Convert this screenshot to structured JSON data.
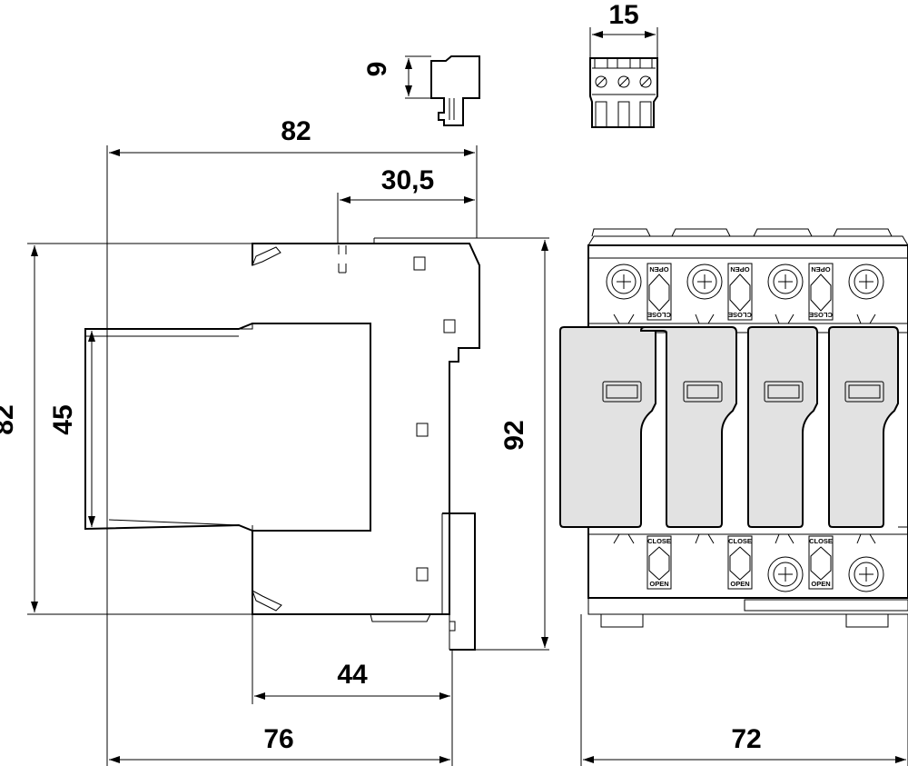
{
  "dimensions": {
    "side_width_top": "82",
    "side_offset": "30,5",
    "side_height": "82",
    "side_inner_height": "45",
    "total_height": "92",
    "din_depth": "44",
    "base_depth": "76",
    "front_width": "72",
    "plug_height": "9",
    "plug_width": "15"
  },
  "front_labels": {
    "open": "OPEN",
    "close": "CLOSE"
  },
  "colors": {
    "line": "#000000",
    "module_fill": "#e2e2e2",
    "background": "#ffffff"
  }
}
